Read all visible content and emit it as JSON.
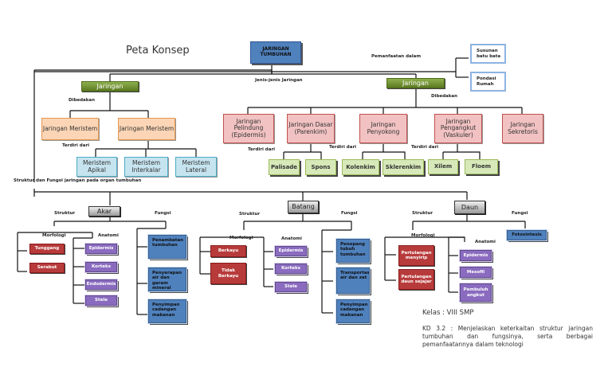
{
  "title": "Peta Konsep",
  "root": "JARINGAN TUMBUHAN",
  "labels": {
    "jenis_jaringan": "Jenis-jenis Jaringan",
    "pemanfaatan": "Pemanfaatan dalam",
    "dibedakan_left": "Dibedakan",
    "dibedakan_right": "Dibedakan",
    "terdiri_meristem": "Terdiri dari",
    "terdiri_dasar": "Terdiri dari",
    "terdiri_penyokong": "Terdiri dari",
    "terdiri_pengangkut": "Terdiri dari",
    "struktur_fungsi": "Struktur dan Fungsi jaringan pada organ tumbuhan"
  },
  "pemanfaatan_items": [
    "Susunan batu bata",
    "Pondasi Rumah"
  ],
  "jaringan_left": {
    "label": "Jaringan",
    "children": [
      "Jaringan Meristem",
      "Jaringan Meristem"
    ],
    "meristem_types": [
      "Meristem Apikal",
      "Meristem Interkalar",
      "Meristem Lateral"
    ]
  },
  "jaringan_right": {
    "label": "Jaringan",
    "children": [
      "Jaringan Pelindung (Epidermis)",
      "Jaringan Dasar (Parenkim)",
      "Jaringan Penyokong",
      "Jaringan Pengangkut (Vaskuler)",
      "Jaringan Sekretoris"
    ],
    "dasar_types": [
      "Palisade",
      "Spons"
    ],
    "penyokong_types": [
      "Kolenkim",
      "Sklerenkim"
    ],
    "pengangkut_types": [
      "Xilem",
      "Floem"
    ]
  },
  "organs": {
    "akar": {
      "label": "Akar",
      "struktur": "Struktur",
      "fungsi": "Fungsi",
      "morfologi": "Morfologi",
      "anatomi": "Anatomi",
      "morfologi_items": [
        "Tunggang",
        "Serabut"
      ],
      "anatomi_items": [
        "Epidermis",
        "Korteks",
        "Endodermis",
        "Stele"
      ],
      "fungsi_items": [
        "Penambatan tumbuhan",
        "Penyerapan air dan garam mineral",
        "Penyimpan cadangan makanan"
      ]
    },
    "batang": {
      "label": "Batang",
      "struktur": "Struktur",
      "fungsi": "Fungsi",
      "morfologi": "Morfologi",
      "anatomi": "Anatomi",
      "morfologi_items": [
        "Berkayu",
        "Tidak Berkayu"
      ],
      "anatomi_items": [
        "Epidermis",
        "Korteks",
        "Stele"
      ],
      "fungsi_items": [
        "Penopang tubuh tumbuhan",
        "Transportasi air dan zat",
        "Penyimpan cadangan makanan"
      ]
    },
    "daun": {
      "label": "Daun",
      "struktur": "Struktur",
      "fungsi": "Fungsi",
      "morfologi": "Morfologi",
      "anatomi": "Anatomi",
      "morfologi_items": [
        "Pertulangan menyirip",
        "Pertulangan daun sejajar"
      ],
      "anatomi_items": [
        "Epidermis",
        "Mesofil",
        "Pembuluh angkut"
      ],
      "fungsi_items": [
        "Fotosintesis"
      ]
    }
  },
  "footer": {
    "kelas": "Kelas : VIII SMP",
    "kd": "KD 3.2 : Menjelaskan keterkaitan struktur jaringan tumbuhan dan fungsinya, serta berbagai pemanfaatannya dalam teknologi"
  }
}
